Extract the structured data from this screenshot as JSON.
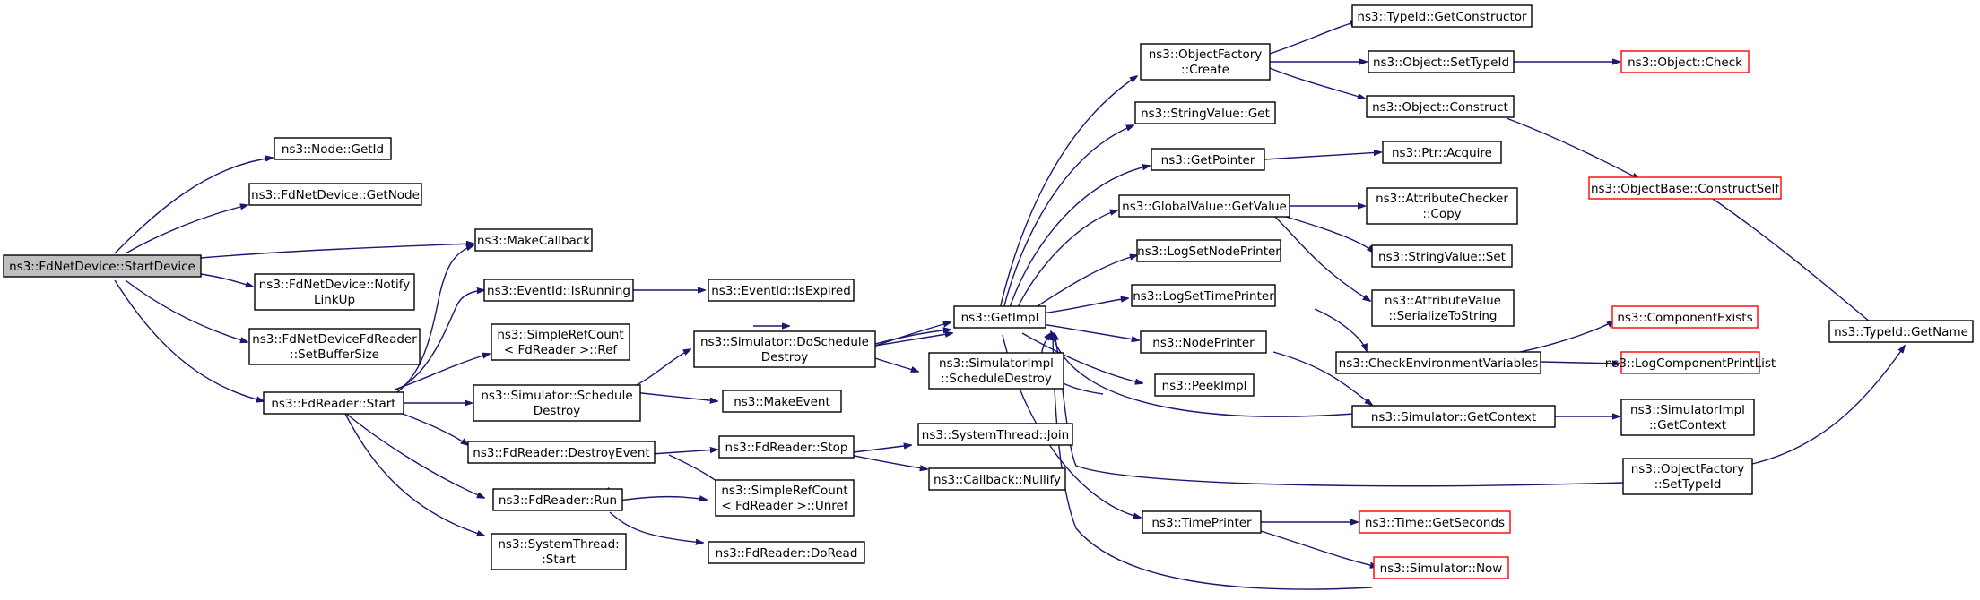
{
  "graph": {
    "nodes": [
      {
        "id": "start",
        "lines": [
          "ns3::FdNetDevice::StartDevice"
        ],
        "root": true
      },
      {
        "id": "getid",
        "lines": [
          "ns3::Node::GetId"
        ]
      },
      {
        "id": "getnode",
        "lines": [
          "ns3::FdNetDevice::GetNode"
        ]
      },
      {
        "id": "makecb",
        "lines": [
          "ns3::MakeCallback"
        ]
      },
      {
        "id": "notify",
        "lines": [
          "ns3::FdNetDevice::Notify",
          "LinkUp"
        ]
      },
      {
        "id": "setbuf",
        "lines": [
          "ns3::FdNetDeviceFdReader",
          "::SetBufferSize"
        ]
      },
      {
        "id": "fdstart",
        "lines": [
          "ns3::FdReader::Start"
        ]
      },
      {
        "id": "isrunning",
        "lines": [
          "ns3::EventId::IsRunning"
        ]
      },
      {
        "id": "isexpired",
        "lines": [
          "ns3::EventId::IsExpired"
        ]
      },
      {
        "id": "ref",
        "lines": [
          "ns3::SimpleRefCount",
          "< FdReader >::Ref"
        ]
      },
      {
        "id": "schedDestroy",
        "lines": [
          "ns3::Simulator::Schedule",
          "Destroy"
        ]
      },
      {
        "id": "doSchedDestroy",
        "lines": [
          "ns3::Simulator::DoSchedule",
          "Destroy"
        ]
      },
      {
        "id": "makeEvent",
        "lines": [
          "ns3::MakeEvent"
        ]
      },
      {
        "id": "destroyEvent",
        "lines": [
          "ns3::FdReader::DestroyEvent"
        ]
      },
      {
        "id": "fdstop",
        "lines": [
          "ns3::FdReader::Stop"
        ]
      },
      {
        "id": "unref",
        "lines": [
          "ns3::SimpleRefCount",
          "< FdReader >::Unref"
        ]
      },
      {
        "id": "fdrun",
        "lines": [
          "ns3::FdReader::Run"
        ]
      },
      {
        "id": "doread",
        "lines": [
          "ns3::FdReader::DoRead"
        ]
      },
      {
        "id": "stStart",
        "lines": [
          "ns3::SystemThread:",
          ":Start"
        ]
      },
      {
        "id": "stJoin",
        "lines": [
          "ns3::SystemThread::Join"
        ]
      },
      {
        "id": "nullify",
        "lines": [
          "ns3::Callback::Nullify"
        ]
      },
      {
        "id": "getimpl",
        "lines": [
          "ns3::GetImpl"
        ]
      },
      {
        "id": "simImplSched",
        "lines": [
          "ns3::SimulatorImpl",
          "::ScheduleDestroy"
        ]
      },
      {
        "id": "ofCreate",
        "lines": [
          "ns3::ObjectFactory",
          "::Create"
        ]
      },
      {
        "id": "strGet",
        "lines": [
          "ns3::StringValue::Get"
        ]
      },
      {
        "id": "getptr",
        "lines": [
          "ns3::GetPointer"
        ]
      },
      {
        "id": "gvGet",
        "lines": [
          "ns3::GlobalValue::GetValue"
        ]
      },
      {
        "id": "logNode",
        "lines": [
          "ns3::LogSetNodePrinter"
        ]
      },
      {
        "id": "logTime",
        "lines": [
          "ns3::LogSetTimePrinter"
        ]
      },
      {
        "id": "nodePrinter",
        "lines": [
          "ns3::NodePrinter"
        ]
      },
      {
        "id": "peekImpl",
        "lines": [
          "ns3::PeekImpl"
        ]
      },
      {
        "id": "timePrinter",
        "lines": [
          "ns3::TimePrinter"
        ]
      },
      {
        "id": "getCtor",
        "lines": [
          "ns3::TypeId::GetConstructor"
        ]
      },
      {
        "id": "setTypeId",
        "lines": [
          "ns3::Object::SetTypeId"
        ]
      },
      {
        "id": "objCheck",
        "lines": [
          "ns3::Object::Check"
        ],
        "red": true
      },
      {
        "id": "objConstruct",
        "lines": [
          "ns3::Object::Construct"
        ]
      },
      {
        "id": "constructSelf",
        "lines": [
          "ns3::ObjectBase::ConstructSelf"
        ],
        "red": true
      },
      {
        "id": "ptrAcquire",
        "lines": [
          "ns3::Ptr::Acquire"
        ]
      },
      {
        "id": "acCopy",
        "lines": [
          "ns3::AttributeChecker",
          "::Copy"
        ]
      },
      {
        "id": "strSet",
        "lines": [
          "ns3::StringValue::Set"
        ]
      },
      {
        "id": "avSer",
        "lines": [
          "ns3::AttributeValue",
          "::SerializeToString"
        ]
      },
      {
        "id": "compExists",
        "lines": [
          "ns3::ComponentExists"
        ],
        "red": true
      },
      {
        "id": "checkEnv",
        "lines": [
          "ns3::CheckEnvironmentVariables"
        ]
      },
      {
        "id": "logCompList",
        "lines": [
          "ns3::LogComponentPrintList"
        ],
        "red": true
      },
      {
        "id": "simGetCtx",
        "lines": [
          "ns3::Simulator::GetContext"
        ]
      },
      {
        "id": "simImplGetCtx",
        "lines": [
          "ns3::SimulatorImpl",
          "::GetContext"
        ]
      },
      {
        "id": "ofSetTypeId",
        "lines": [
          "ns3::ObjectFactory",
          "::SetTypeId"
        ]
      },
      {
        "id": "getSeconds",
        "lines": [
          "ns3::Time::GetSeconds"
        ],
        "red": true
      },
      {
        "id": "simNow",
        "lines": [
          "ns3::Simulator::Now"
        ],
        "red": true
      },
      {
        "id": "getName",
        "lines": [
          "ns3::TypeId::GetName"
        ]
      }
    ]
  }
}
